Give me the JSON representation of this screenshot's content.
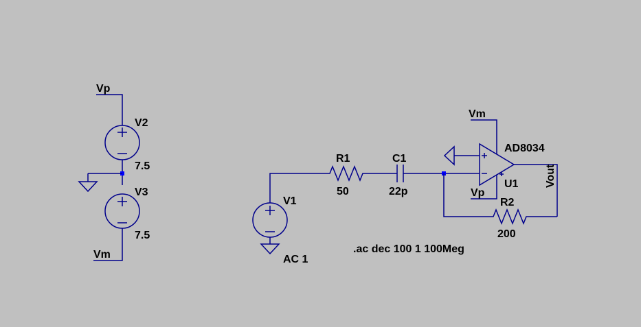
{
  "colors": {
    "background": "#c0c0c0",
    "wire": "#00008b",
    "node": "#0000ff",
    "text": "#000000"
  },
  "schematic": {
    "net_labels": {
      "vp_top": "Vp",
      "vm_bottom": "Vm",
      "vm_opamp": "Vm",
      "vp_opamp": "Vp",
      "vout": "Vout"
    },
    "components": {
      "v2": {
        "name": "V2",
        "value": "7.5"
      },
      "v3": {
        "name": "V3",
        "value": "7.5"
      },
      "v1": {
        "name": "V1",
        "value": "AC 1"
      },
      "r1": {
        "name": "R1",
        "value": "50"
      },
      "c1": {
        "name": "C1",
        "value": "22p"
      },
      "r2": {
        "name": "R2",
        "value": "200"
      },
      "u1": {
        "name": "U1",
        "value": "AD8034"
      }
    },
    "directive": ".ac dec 100 1 100Meg"
  }
}
